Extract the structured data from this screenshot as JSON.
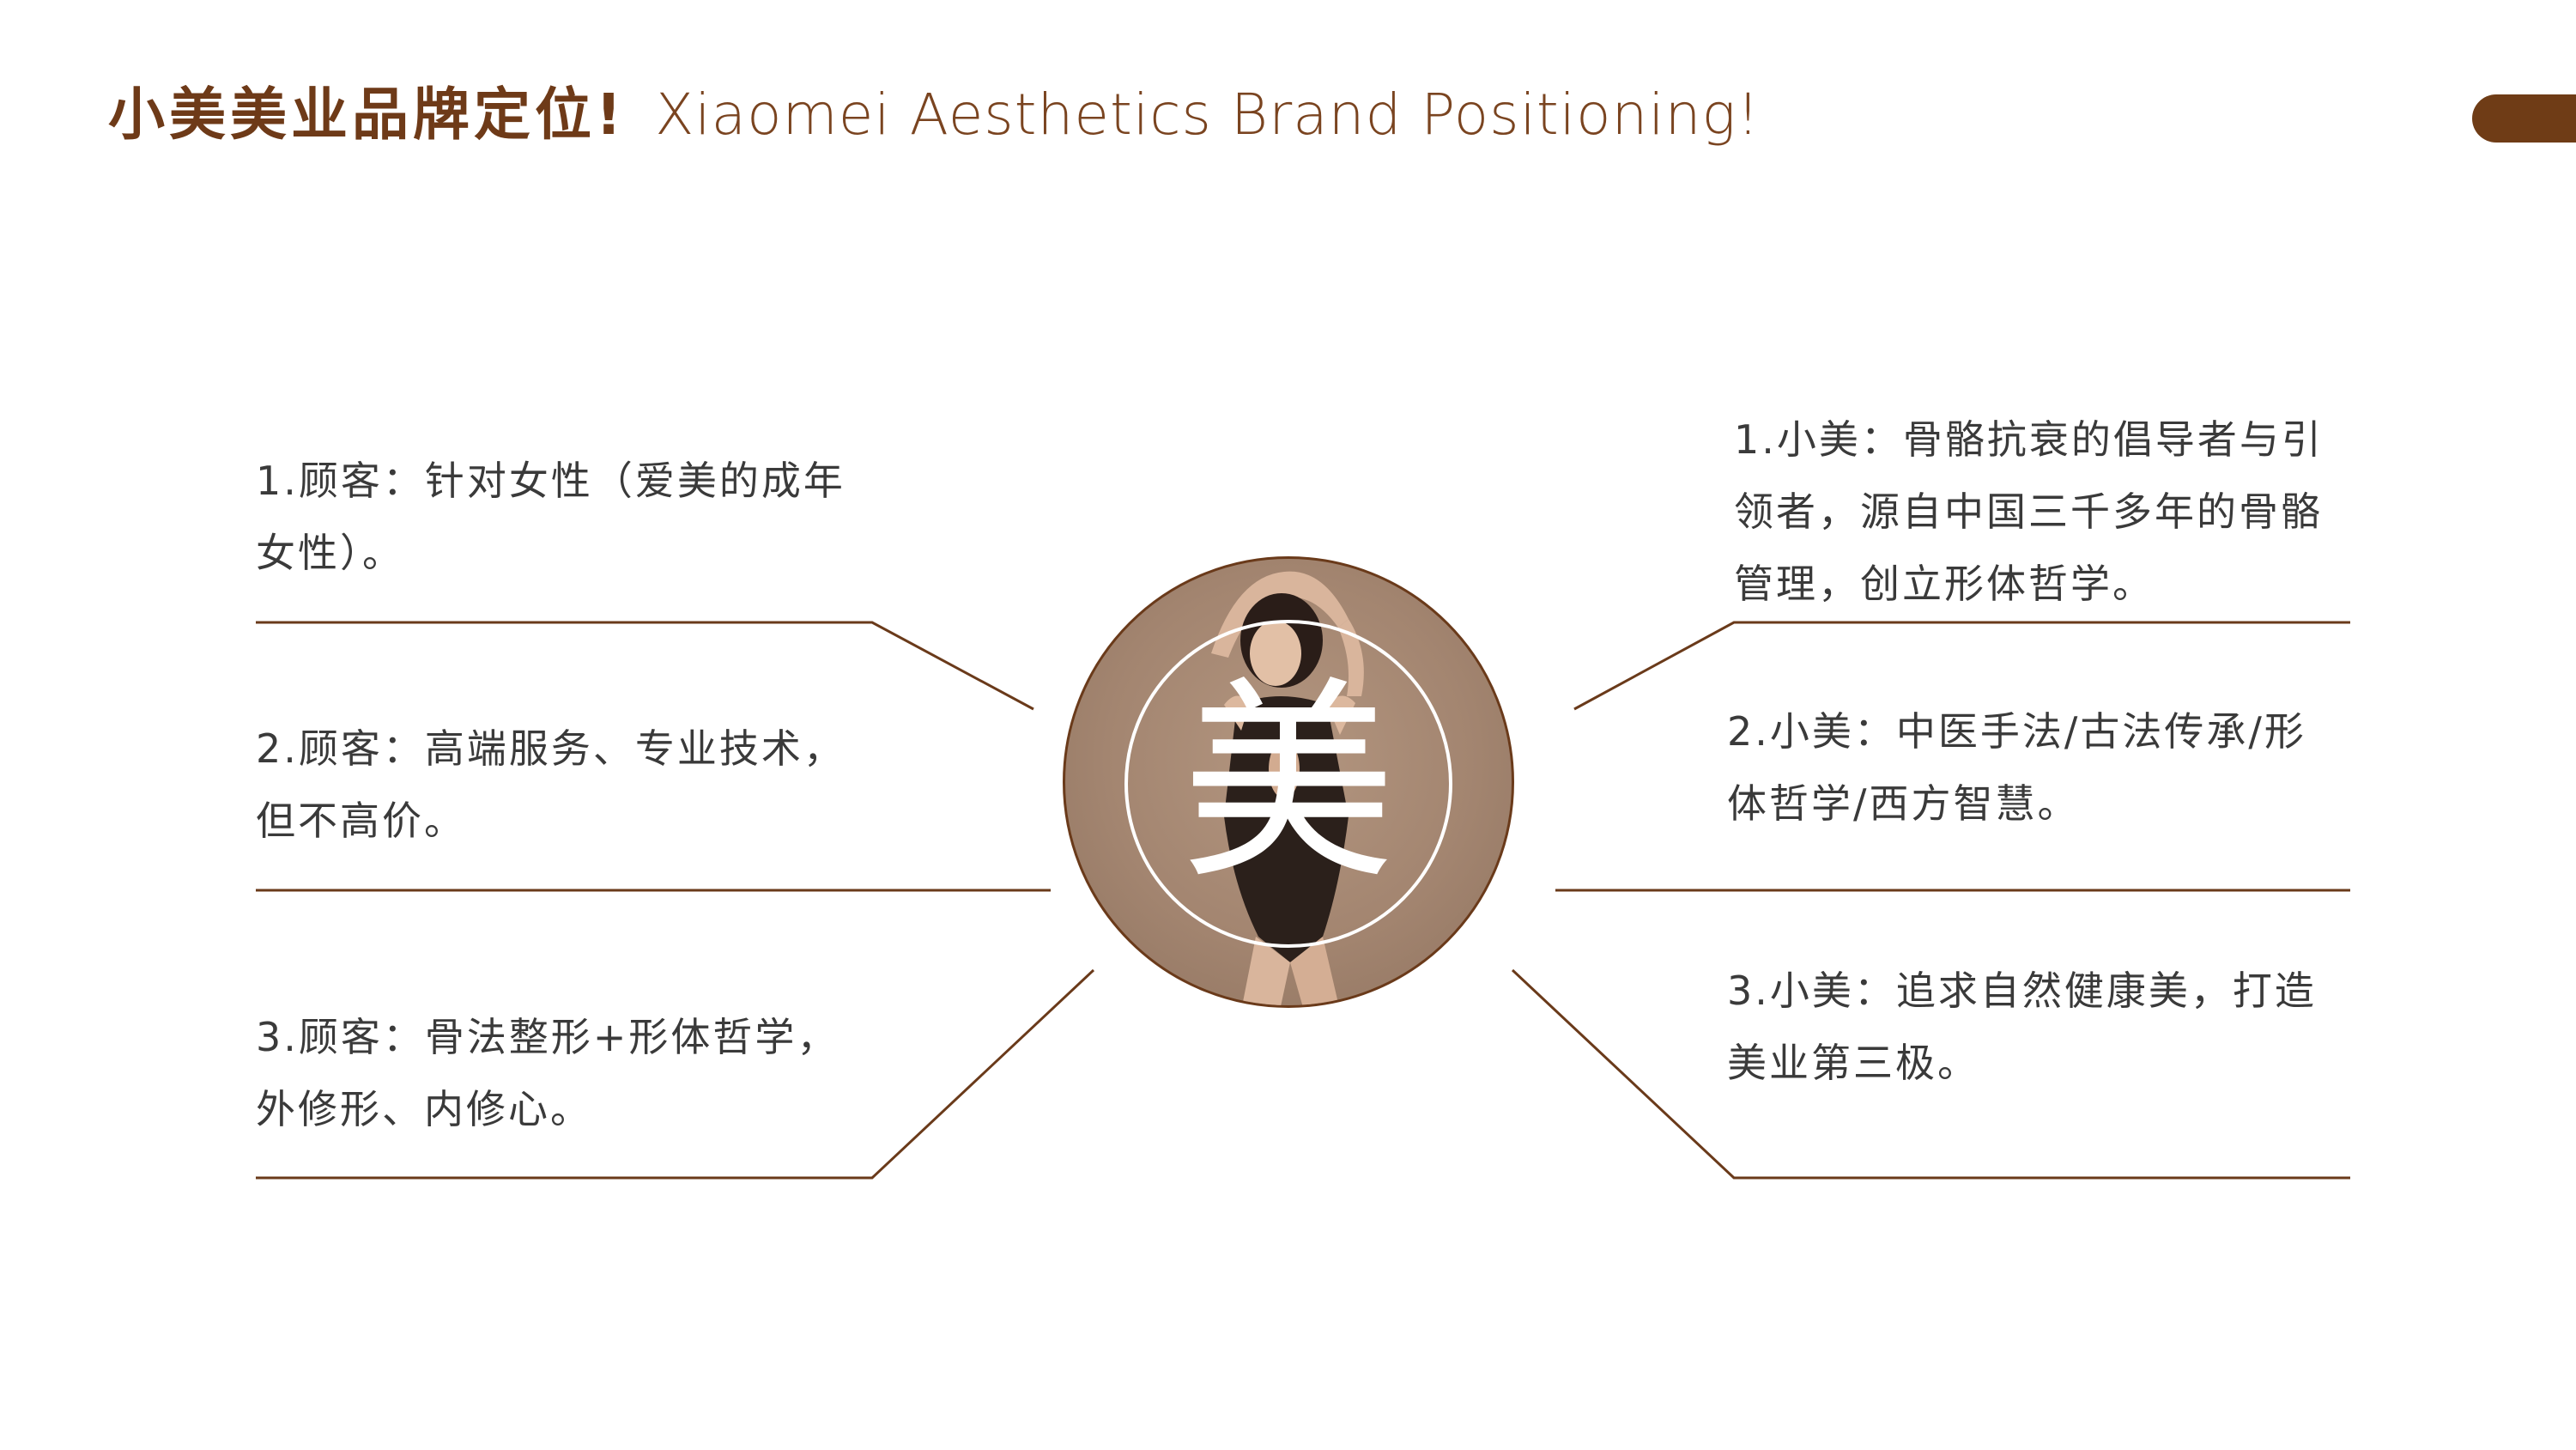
{
  "header": {
    "title_cn": "小美美业品牌定位!",
    "title_en": "Xiaomei Aesthetics Brand Positioning!"
  },
  "center": {
    "logo_char": "美",
    "image": "woman-in-black-bodysuit-photo"
  },
  "left_items": [
    {
      "text": "1.顾客：针对女性（爱美的成年\n女性）。"
    },
    {
      "text": "2.顾客：高端服务、专业技术，\n但不高价。"
    },
    {
      "text": "3.顾客：骨法整形+形体哲学，\n外修形、内修心。"
    }
  ],
  "right_items": [
    {
      "text": "1.小美：骨骼抗衰的倡导者与引\n领者，源自中国三千多年的骨骼\n管理，创立形体哲学。"
    },
    {
      "text": "2.小美：中医手法/古法传承/形\n体哲学/西方智慧。"
    },
    {
      "text": "3.小美：追求自然健康美，打造\n美业第三极。"
    }
  ],
  "colors": {
    "accent": "#6e3a18",
    "line": "#6a3a1a",
    "circle_fill": "#a38570",
    "text": "#3a3a3a"
  }
}
